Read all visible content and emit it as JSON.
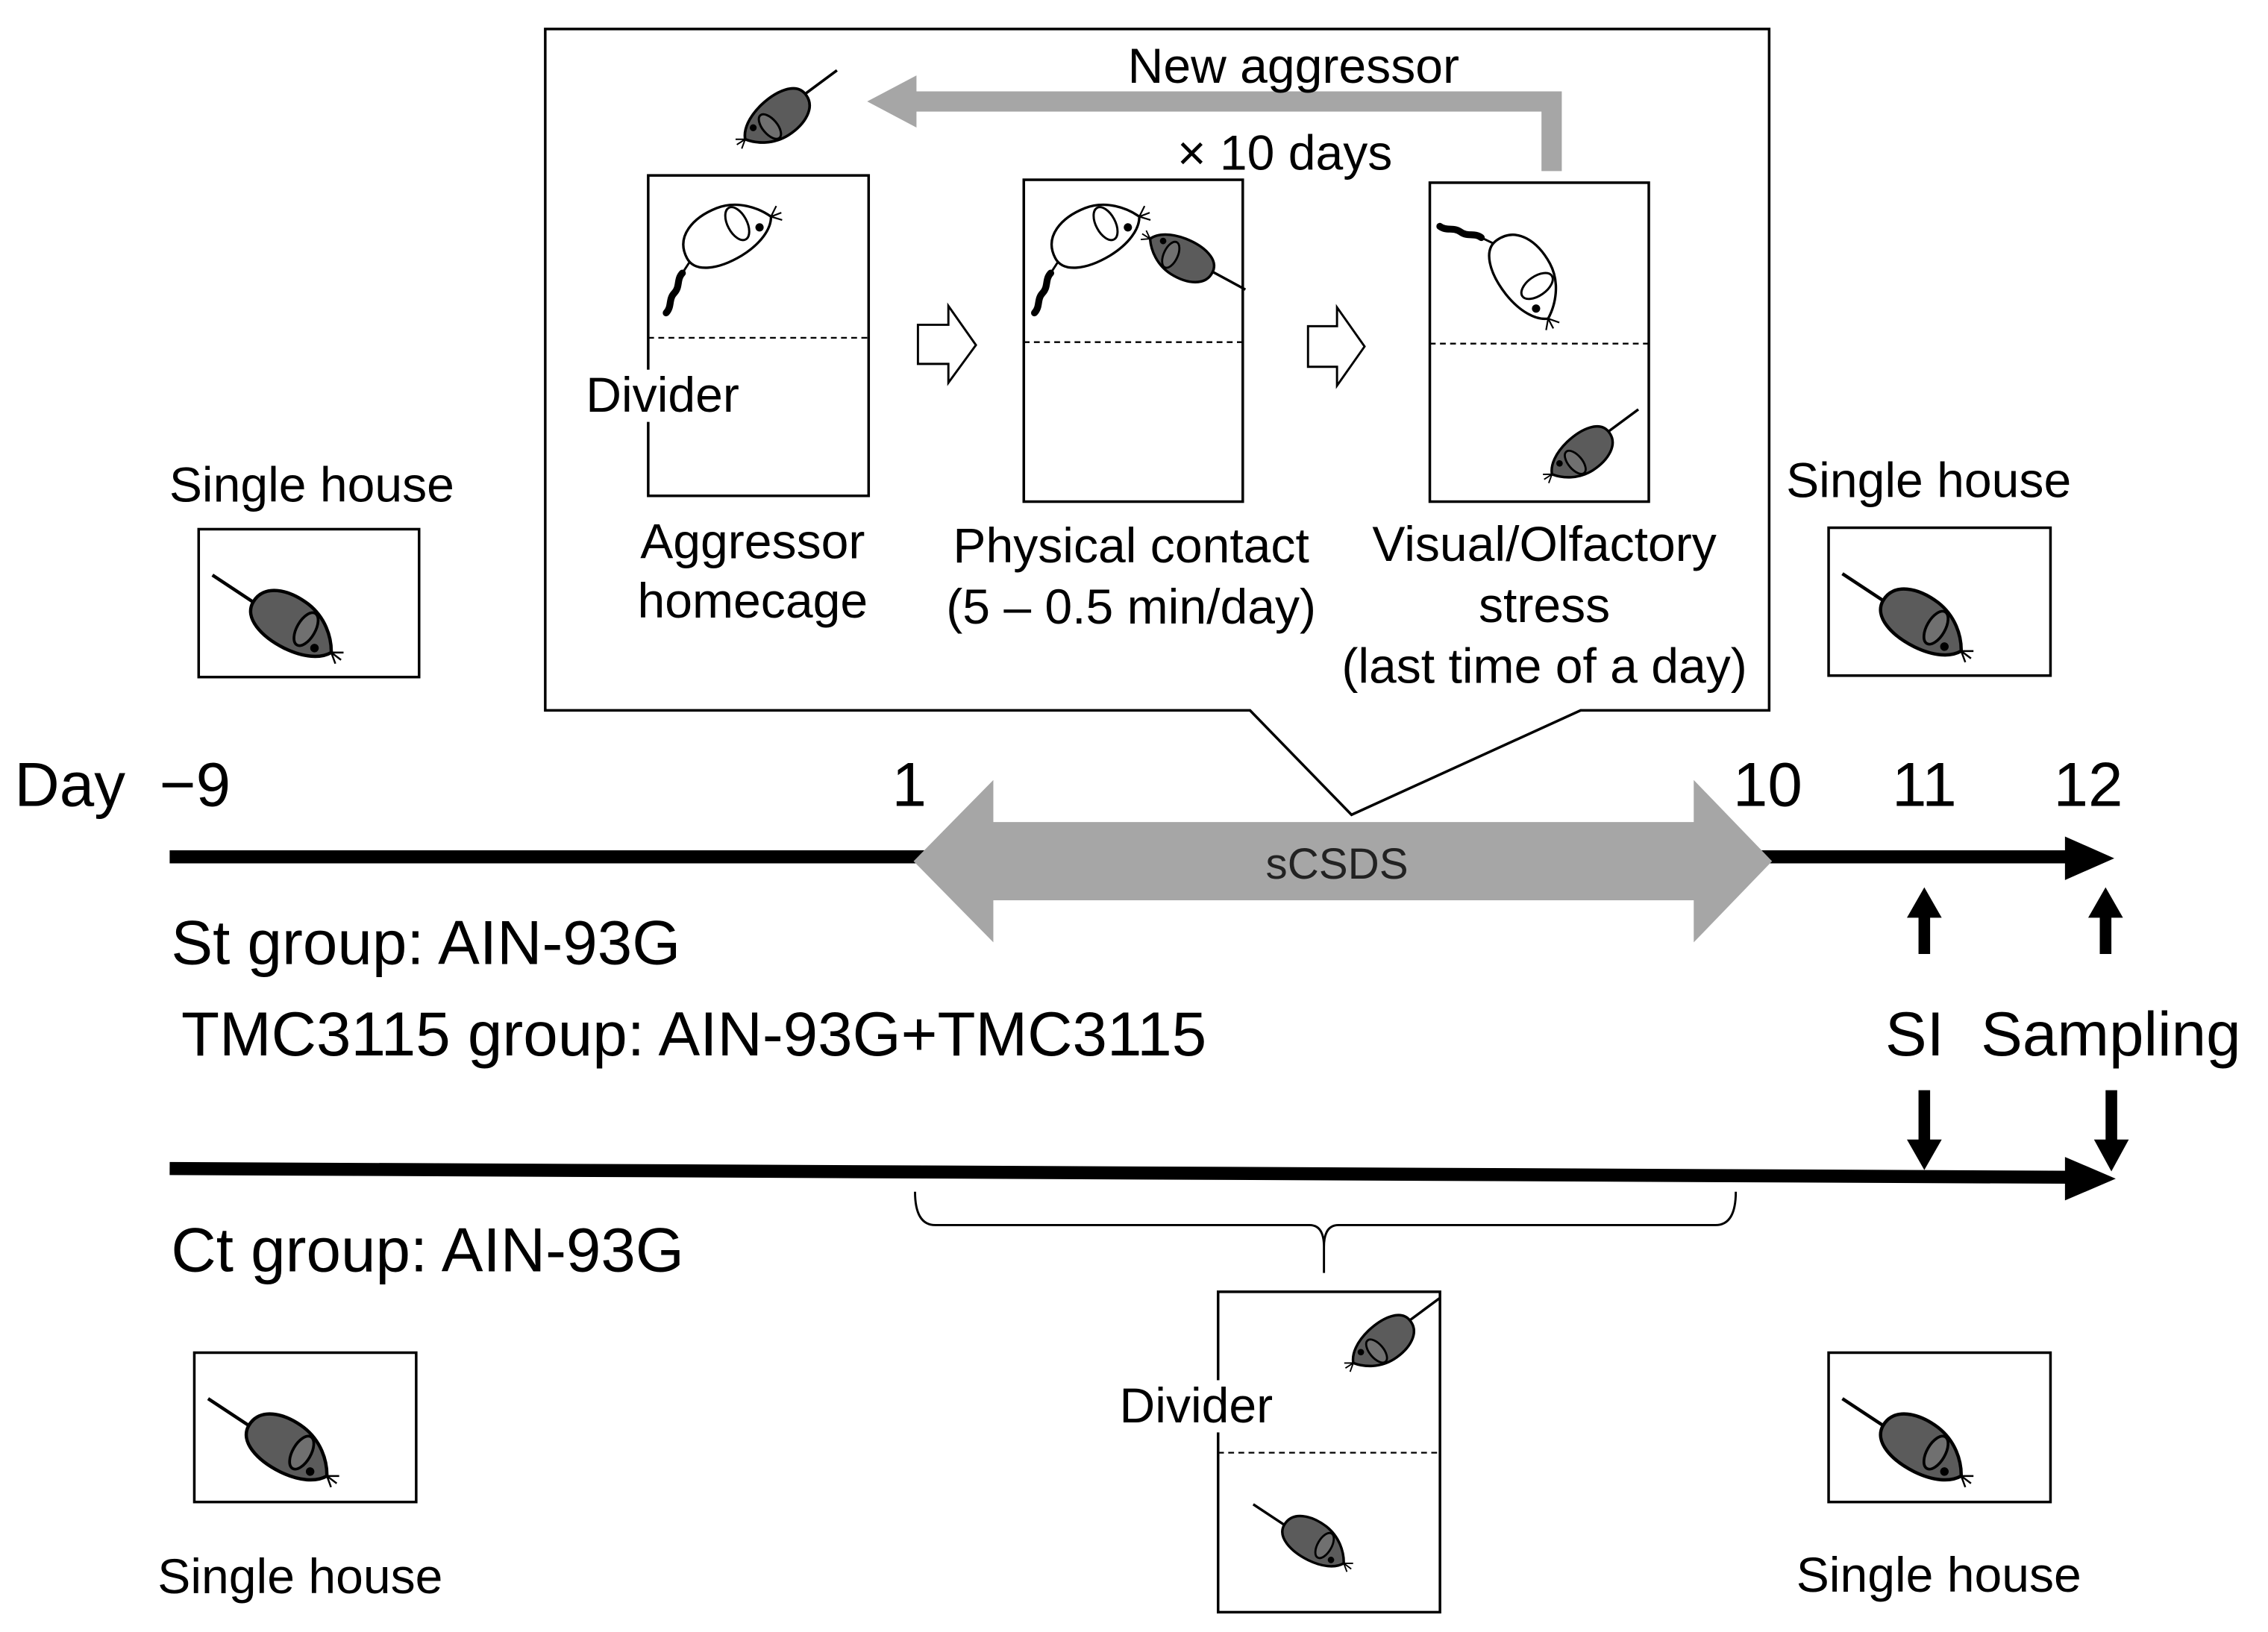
{
  "colors": {
    "aggressor_mouse": "#5b5b5b",
    "aggressor_mouse_ear": "#707070",
    "gray_arrow": "#a6a6a6"
  },
  "icons": {
    "aggressor_mouse": "aggressor-mouse-icon",
    "test_mouse": "test-mouse-icon",
    "step_arrow": "hollow-arrow-icon"
  },
  "inset": {
    "new_aggressor_label": "New aggressor",
    "repeat_label": "× 10 days",
    "divider_label": "Divider",
    "steps": [
      {
        "lines": [
          "Aggressor",
          "homecage"
        ]
      },
      {
        "lines": [
          "Physical contact",
          "(5 – 0.5 min/day)"
        ]
      },
      {
        "lines": [
          "Visual/Olfactory",
          "stress",
          "(last time of a day)"
        ]
      }
    ]
  },
  "timeline": {
    "day_label": "Day",
    "days": [
      "−9",
      "1",
      "10",
      "11",
      "12"
    ],
    "stress_period_label": "sCSDS",
    "events": [
      "SI",
      "Sampling"
    ]
  },
  "groups": {
    "stress_group": "St group: AIN-93G",
    "tmc3115_group": "TMC3115 group: AIN-93G+TMC3115",
    "control_group": "Ct group: AIN-93G"
  },
  "housing": {
    "single_house_labels": [
      "Single house",
      "Single house",
      "Single house",
      "Single house"
    ],
    "control_divider_label": "Divider"
  }
}
